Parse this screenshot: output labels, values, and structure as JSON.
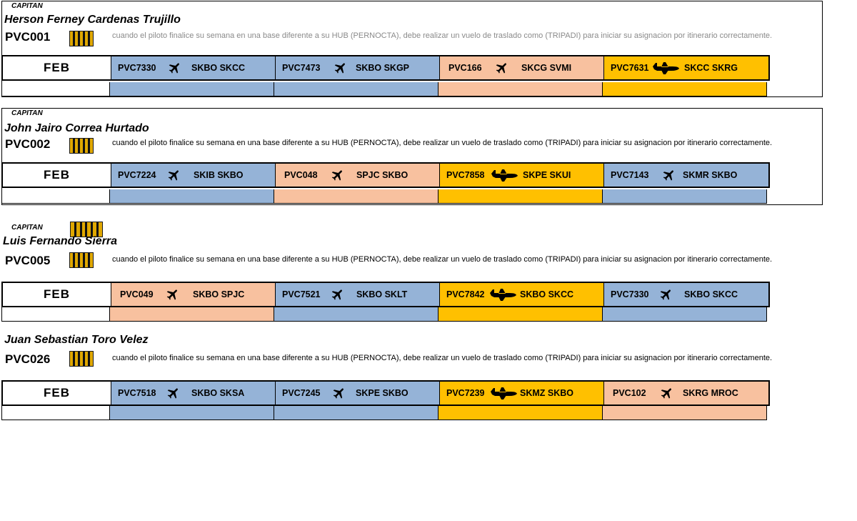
{
  "pilots": [
    {
      "rank": "CAPITAN",
      "name": "Herson Ferney Cardenas Trujillo",
      "code": "PVC001",
      "note": "cuando el piloto finalice su semana en una base diferente a su HUB (PERNOCTA), debe realizar un vuelo de traslado como (TRIPADI) para iniciar su asignacion por itinerario correctamente.",
      "month": "FEB",
      "flights": [
        {
          "code": "PVC7330",
          "route": "SKBO SKCC",
          "aircraft": "jet-icon",
          "color": "#95b3d7"
        },
        {
          "code": "PVC7473",
          "route": "SKBO SKGP",
          "aircraft": "jet-icon",
          "color": "#95b3d7"
        },
        {
          "code": "PVC166",
          "route": "SKCG SVMI",
          "aircraft": "jet-icon",
          "color": "#f8c19f"
        },
        {
          "code": "PVC7631",
          "route": "SKCC SKRG",
          "aircraft": "turboprop-icon",
          "color": "#ffc000"
        }
      ]
    },
    {
      "rank": "CAPITAN",
      "name": "John Jairo Correa Hurtado",
      "code": "PVC002",
      "note": "cuando el piloto finalice su semana en una base diferente a su HUB (PERNOCTA), debe realizar un vuelo de traslado como (TRIPADI) para iniciar su asignacion por itinerario correctamente.",
      "month": "FEB",
      "flights": [
        {
          "code": "PVC7224",
          "route": "SKIB SKBO",
          "aircraft": "jet-icon",
          "color": "#95b3d7"
        },
        {
          "code": "PVC048",
          "route": "SPJC SKBO",
          "aircraft": "jet-icon",
          "color": "#f8c19f"
        },
        {
          "code": "PVC7858",
          "route": "SKPE SKUI",
          "aircraft": "turboprop-icon",
          "color": "#ffc000"
        },
        {
          "code": "PVC7143",
          "route": "SKMR SKBO",
          "aircraft": "jet-icon",
          "color": "#95b3d7"
        }
      ]
    },
    {
      "rank": "CAPITAN",
      "name": "Luis Fernando Sierra",
      "code": "PVC005",
      "note": "cuando el piloto finalice su semana en una base diferente a su HUB (PERNOCTA), debe realizar un vuelo de traslado como (TRIPADI) para iniciar su asignacion por itinerario correctamente.",
      "month": "FEB",
      "flights": [
        {
          "code": "PVC049",
          "route": "SKBO SPJC",
          "aircraft": "jet-icon",
          "color": "#f8c19f"
        },
        {
          "code": "PVC7521",
          "route": "SKBO SKLT",
          "aircraft": "jet-icon",
          "color": "#95b3d7"
        },
        {
          "code": "PVC7842",
          "route": "SKBO SKCC",
          "aircraft": "turboprop-icon",
          "color": "#ffc000"
        },
        {
          "code": "PVC7330",
          "route": "SKBO SKCC",
          "aircraft": "jet-icon",
          "color": "#95b3d7"
        }
      ]
    },
    {
      "rank": "",
      "name": "Juan Sebastian Toro Velez",
      "code": "PVC026",
      "note": "cuando el piloto finalice su semana en una base diferente a su HUB (PERNOCTA), debe realizar un vuelo de traslado como (TRIPADI) para iniciar su asignacion por itinerario correctamente.",
      "month": "FEB",
      "flights": [
        {
          "code": "PVC7518",
          "route": "SKBO SKSA",
          "aircraft": "jet-icon",
          "color": "#95b3d7"
        },
        {
          "code": "PVC7245",
          "route": "SKPE SKBO",
          "aircraft": "jet-icon",
          "color": "#95b3d7"
        },
        {
          "code": "PVC7239",
          "route": "SKMZ SKBO",
          "aircraft": "turboprop-icon",
          "color": "#ffc000"
        },
        {
          "code": "PVC102",
          "route": "SKRG MROC",
          "aircraft": "jet-icon",
          "color": "#f8c19f"
        }
      ]
    }
  ]
}
